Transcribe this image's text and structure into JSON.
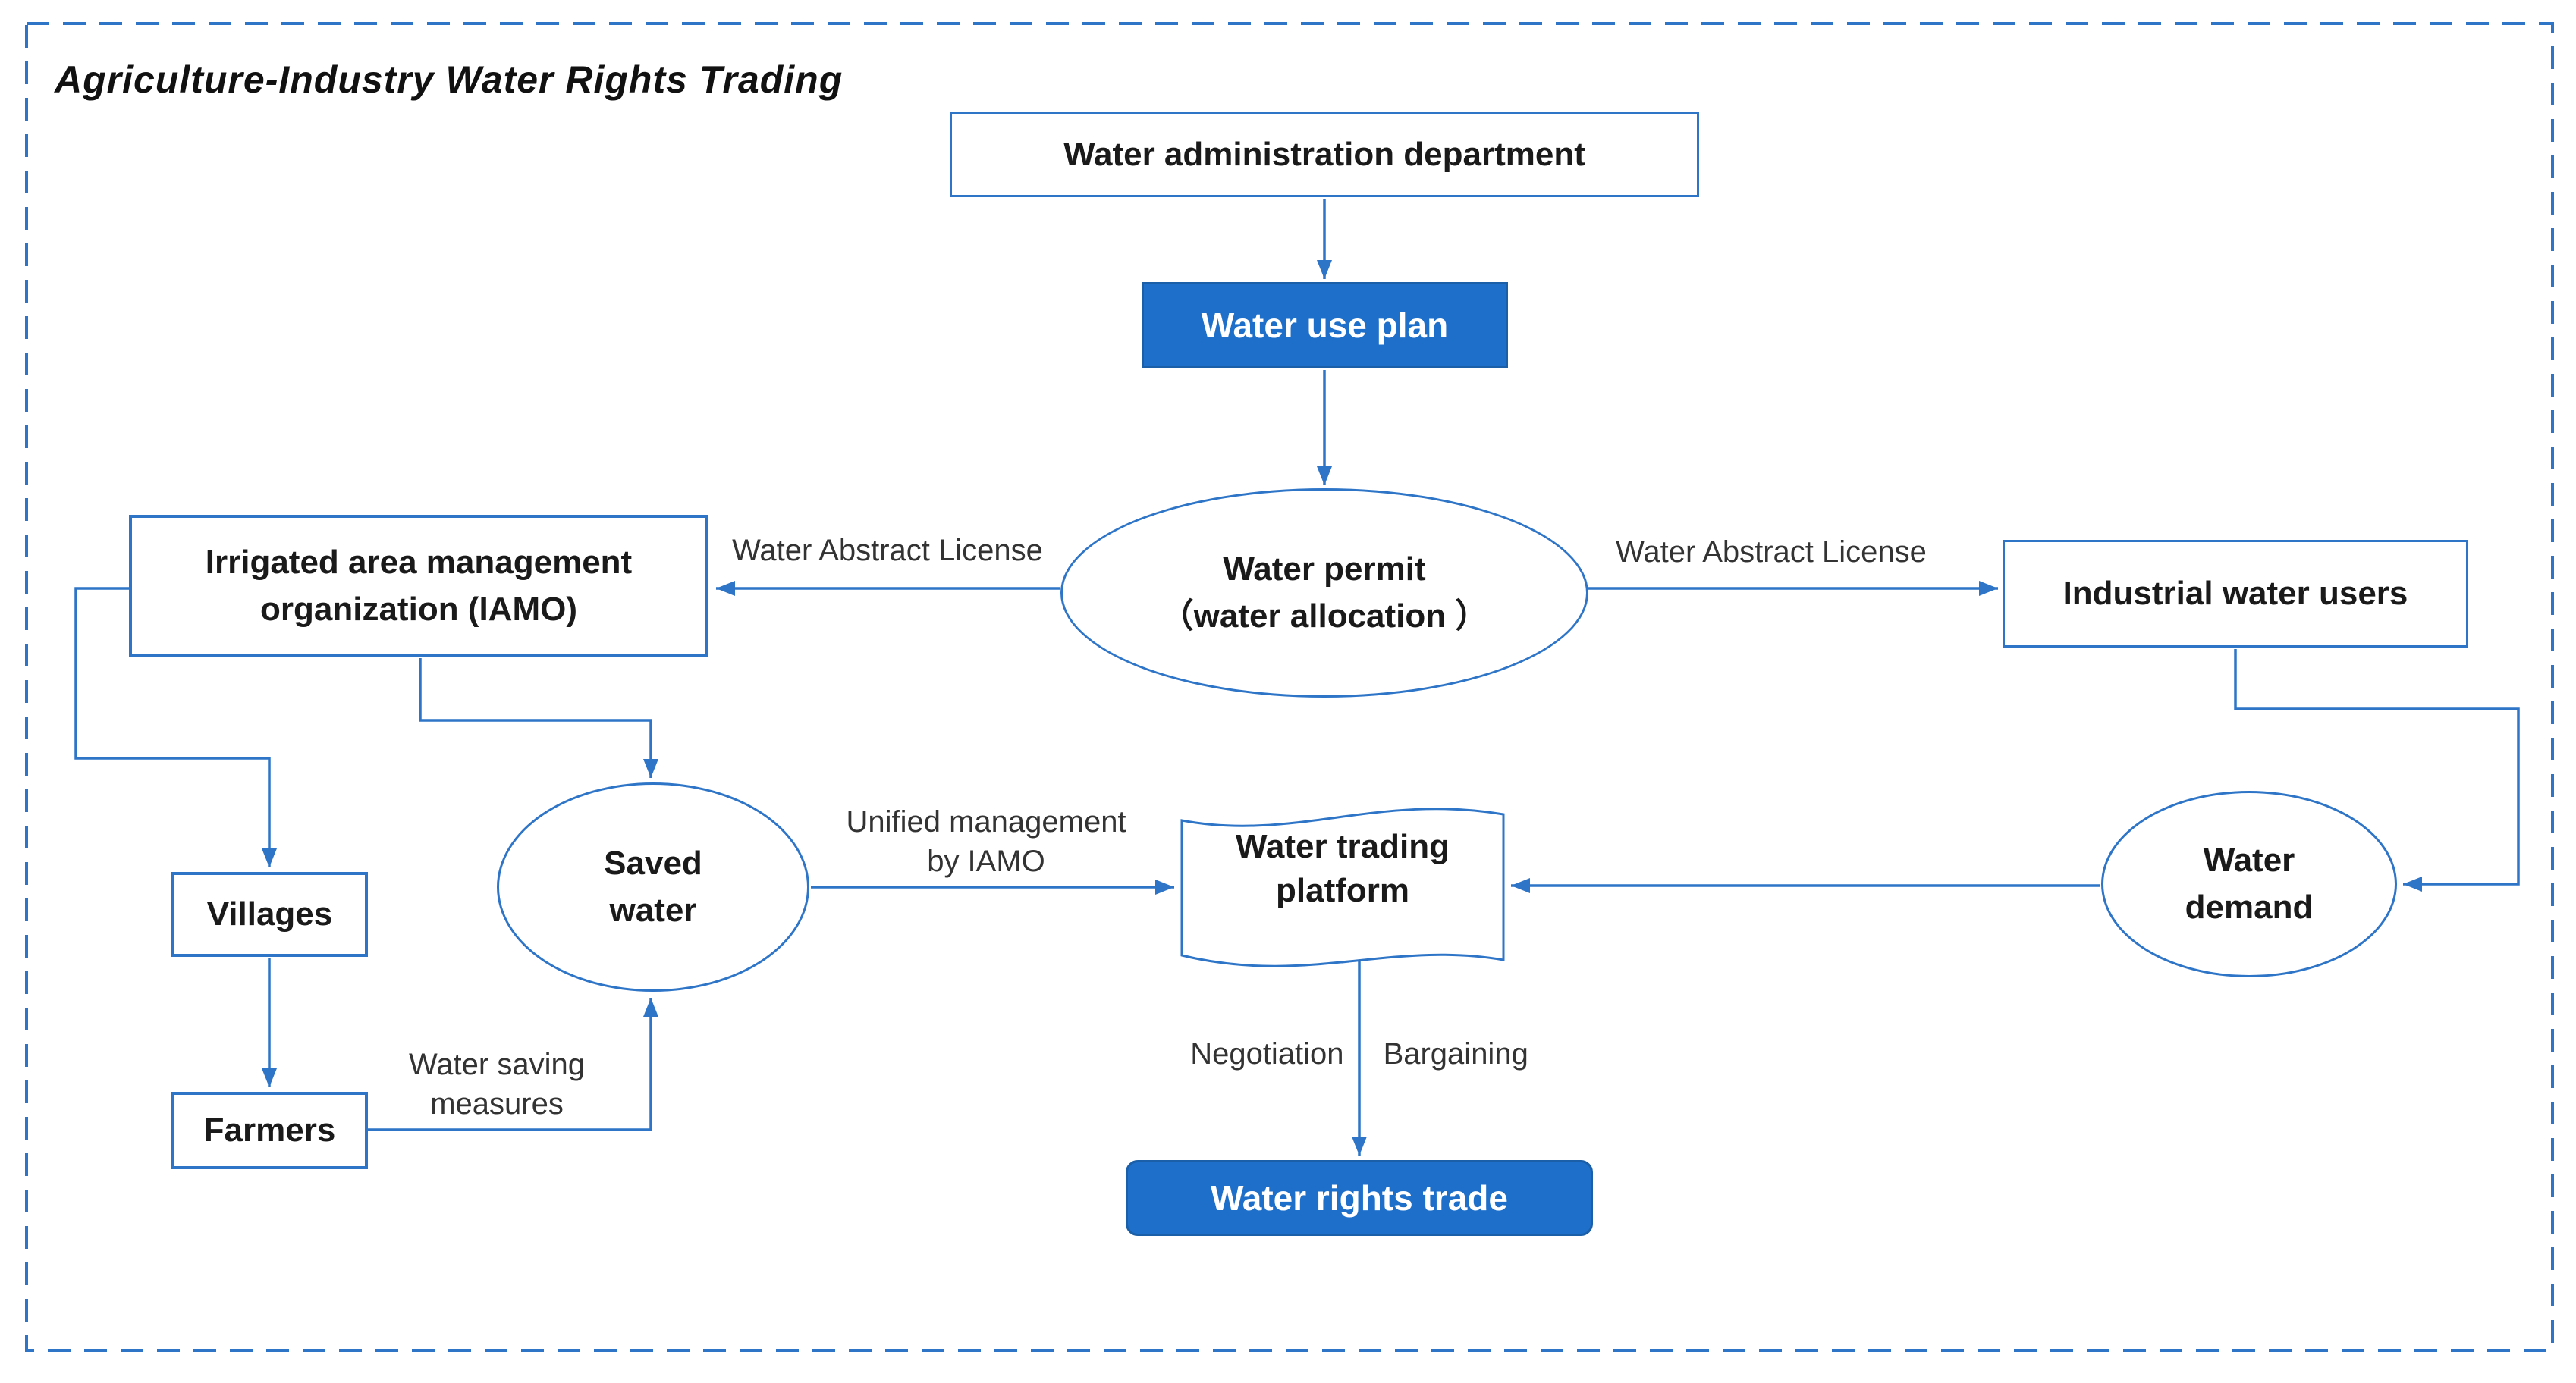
{
  "title": "Agriculture-Industry Water Rights Trading",
  "colors": {
    "line_blue": "#2E75C8",
    "fill_blue": "#1D6FC9",
    "fill_border_blue": "#1A5FA8",
    "text_black": "#1a1a1a",
    "label_gray": "#333333",
    "dashed_border_blue": "#2E75C8"
  },
  "nodes": {
    "admin": {
      "label": "Water administration department"
    },
    "plan": {
      "label": "Water use plan"
    },
    "permit": {
      "line1": "Water permit",
      "line2": "（water allocation ）"
    },
    "iamo": {
      "line1": "Irrigated area management",
      "line2": "organization (IAMO)"
    },
    "industrial": {
      "label": "Industrial water users"
    },
    "saved": {
      "line1": "Saved",
      "line2": "water"
    },
    "platform": {
      "line1": "Water trading",
      "line2": "platform"
    },
    "demand": {
      "line1": "Water",
      "line2": "demand"
    },
    "villages": {
      "label": "Villages"
    },
    "farmers": {
      "label": "Farmers"
    },
    "trade": {
      "label": "Water rights trade"
    }
  },
  "edge_labels": {
    "license_left": "Water Abstract License",
    "license_right": "Water Abstract License",
    "unified_line1": "Unified management",
    "unified_line2": "by IAMO",
    "saving_line1": "Water saving",
    "saving_line2": "measures",
    "negotiation": "Negotiation",
    "bargaining": "Bargaining"
  }
}
